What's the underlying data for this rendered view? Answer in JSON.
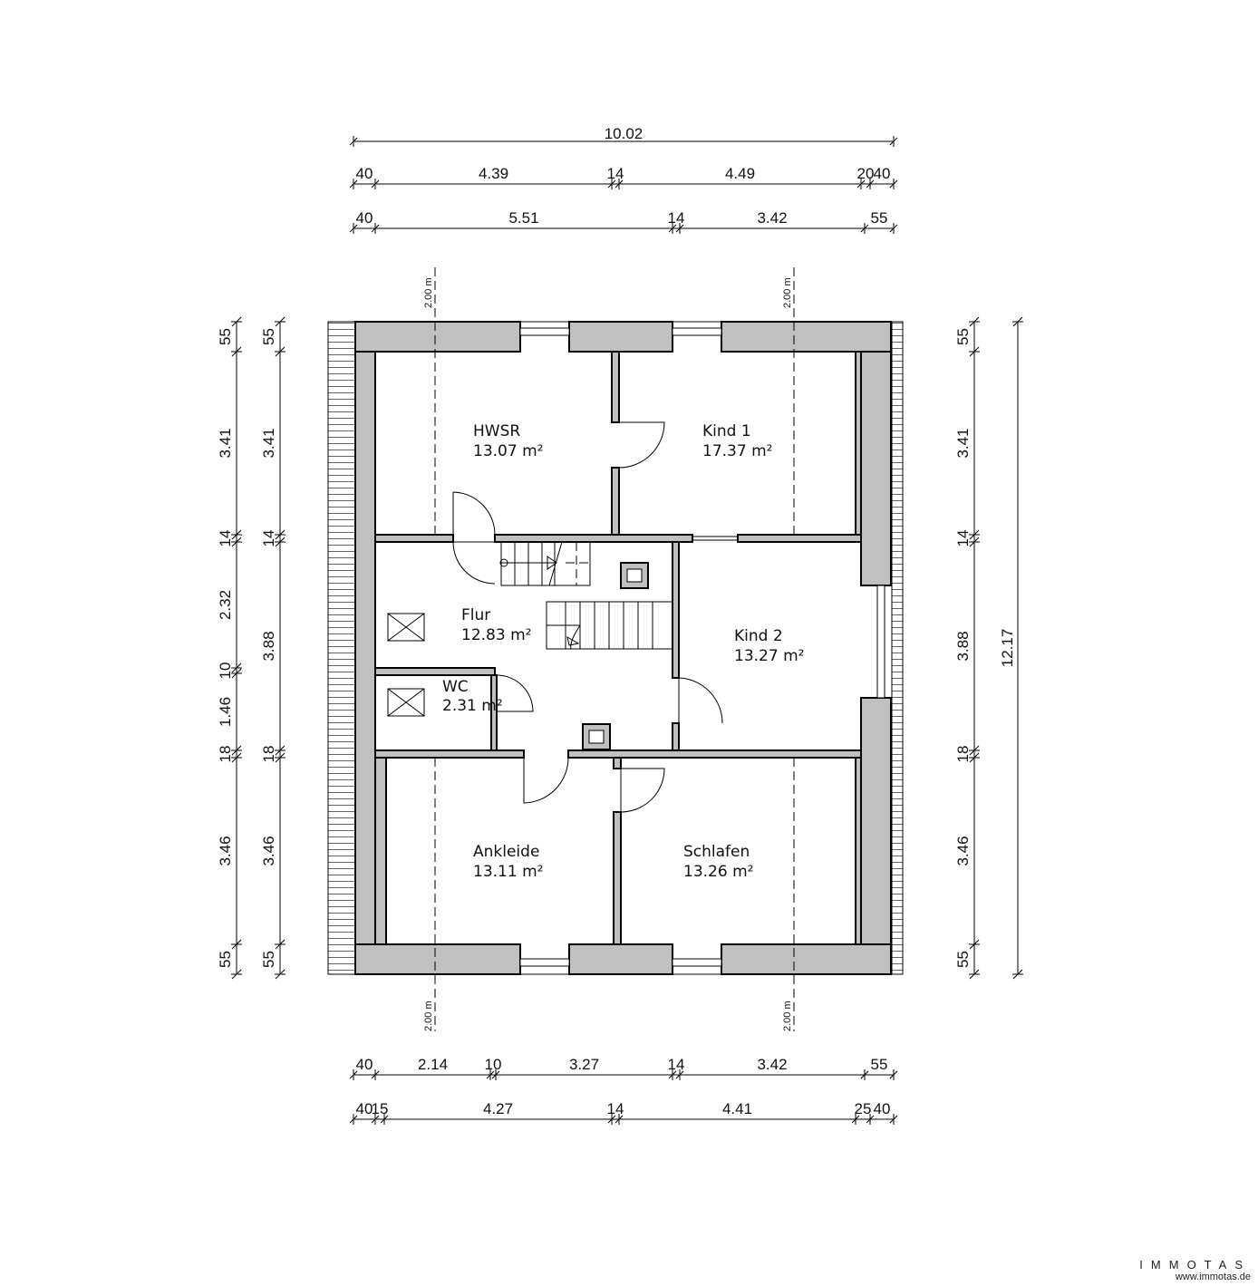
{
  "rooms": [
    {
      "name": "HWSR",
      "area": "13.07 m²"
    },
    {
      "name": "Kind 1",
      "area": "17.37 m²"
    },
    {
      "name": "Flur",
      "area": "12.83 m²"
    },
    {
      "name": "Kind 2",
      "area": "13.27 m²"
    },
    {
      "name": "WC",
      "area": "2.31 m²"
    },
    {
      "name": "Ankleide",
      "area": "13.11 m²"
    },
    {
      "name": "Schlafen",
      "area": "13.26 m²"
    }
  ],
  "dimensions": {
    "top_total": "10.02",
    "top_row1": [
      "40",
      "4.39",
      "14",
      "4.49",
      "20",
      "40"
    ],
    "top_row2": [
      "40",
      "5.51",
      "14",
      "3.42",
      "55"
    ],
    "bottom_row1": [
      "40",
      "2.14",
      "10",
      "3.27",
      "14",
      "3.42",
      "55"
    ],
    "bottom_row2": [
      "40",
      "15",
      "4.27",
      "14",
      "4.41",
      "25",
      "40"
    ],
    "left_outer": [
      "55",
      "3.41",
      "14",
      "2.32",
      "10",
      "1.46",
      "18",
      "3.46",
      "55"
    ],
    "left_inner": [
      "55",
      "3.41",
      "14",
      "3.88",
      "18",
      "3.46",
      "55"
    ],
    "right_inner": [
      "55",
      "3.41",
      "14",
      "3.88",
      "18",
      "3.46",
      "55"
    ],
    "right_total": "12.17",
    "height_marker": "2.00 m"
  },
  "brand": {
    "name": "IMMOTAS",
    "url": "www.immotas.de"
  }
}
